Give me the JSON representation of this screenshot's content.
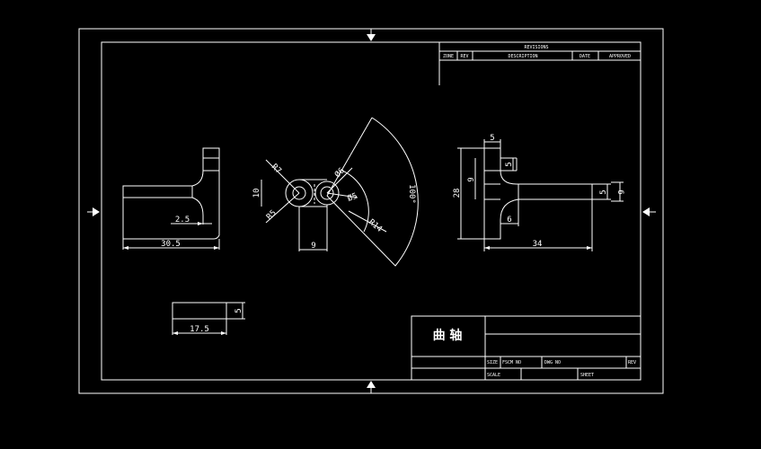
{
  "revisions": {
    "title": "REVISIONS",
    "cols": [
      "ZONE",
      "REV",
      "DESCRIPTION",
      "DATE",
      "APPROVED"
    ]
  },
  "title_block": {
    "part_name": "曲 轴",
    "size": "SIZE",
    "fscm": "FSCM NO",
    "dwg": "DWG NO",
    "rev": "REV",
    "scale": "SCALE",
    "sheet": "SHEET"
  },
  "dims": {
    "left_view": {
      "width": "30.5",
      "inner": "2.5"
    },
    "center_view": {
      "r1": "R7",
      "r2": "R5",
      "d1": "Ø6",
      "d2": "Ø5",
      "height": "10",
      "width": "9",
      "r_big": "R14",
      "angle": "100°"
    },
    "right_view": {
      "top": "5",
      "step": "5",
      "total_h": "28",
      "mid_h": "9",
      "shaft_d": "5",
      "end_d": "6",
      "collar": "6",
      "len": "34"
    },
    "small_view": {
      "len": "17.5",
      "h": "5"
    }
  }
}
